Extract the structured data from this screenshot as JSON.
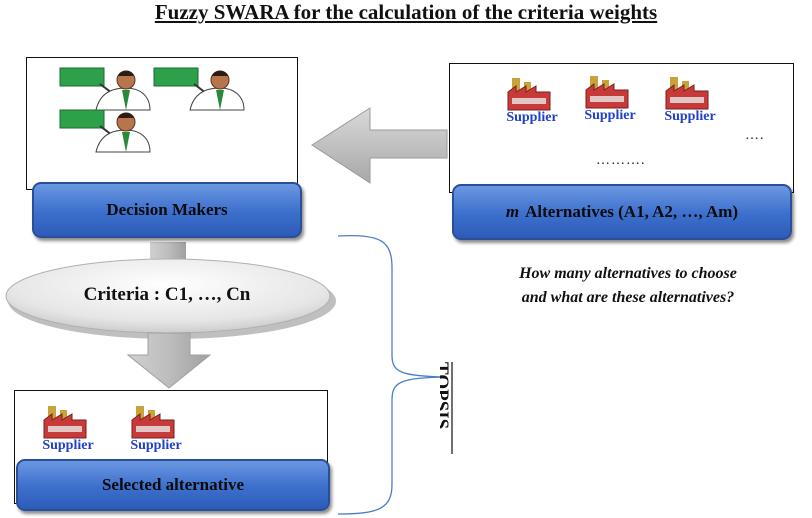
{
  "title": "Fuzzy SWARA for the calculation of the criteria weights",
  "decision_makers": {
    "label": "Decision Makers",
    "icon": "businessman-presenting-icon"
  },
  "alternatives": {
    "label_prefix": "m",
    "label": "Alternatives (A1, A2, …, Am)",
    "supplier_label": "Supplier",
    "trailing_dots": "….",
    "second_line_dots": "……….",
    "icon": "factory-icon"
  },
  "criteria": {
    "label": "Criteria : C1, …, Cn"
  },
  "selected": {
    "label": "Selected alternative",
    "supplier_label": "Supplier"
  },
  "question": {
    "line1": "How many alternatives to choose",
    "line2": "and what are these alternatives?"
  },
  "method": {
    "label": "TOPSIS"
  },
  "colors": {
    "box_blue": "#3c6fcc",
    "supplier_text": "#1f3fcc",
    "arrow_gray": "#bdbdbd"
  }
}
